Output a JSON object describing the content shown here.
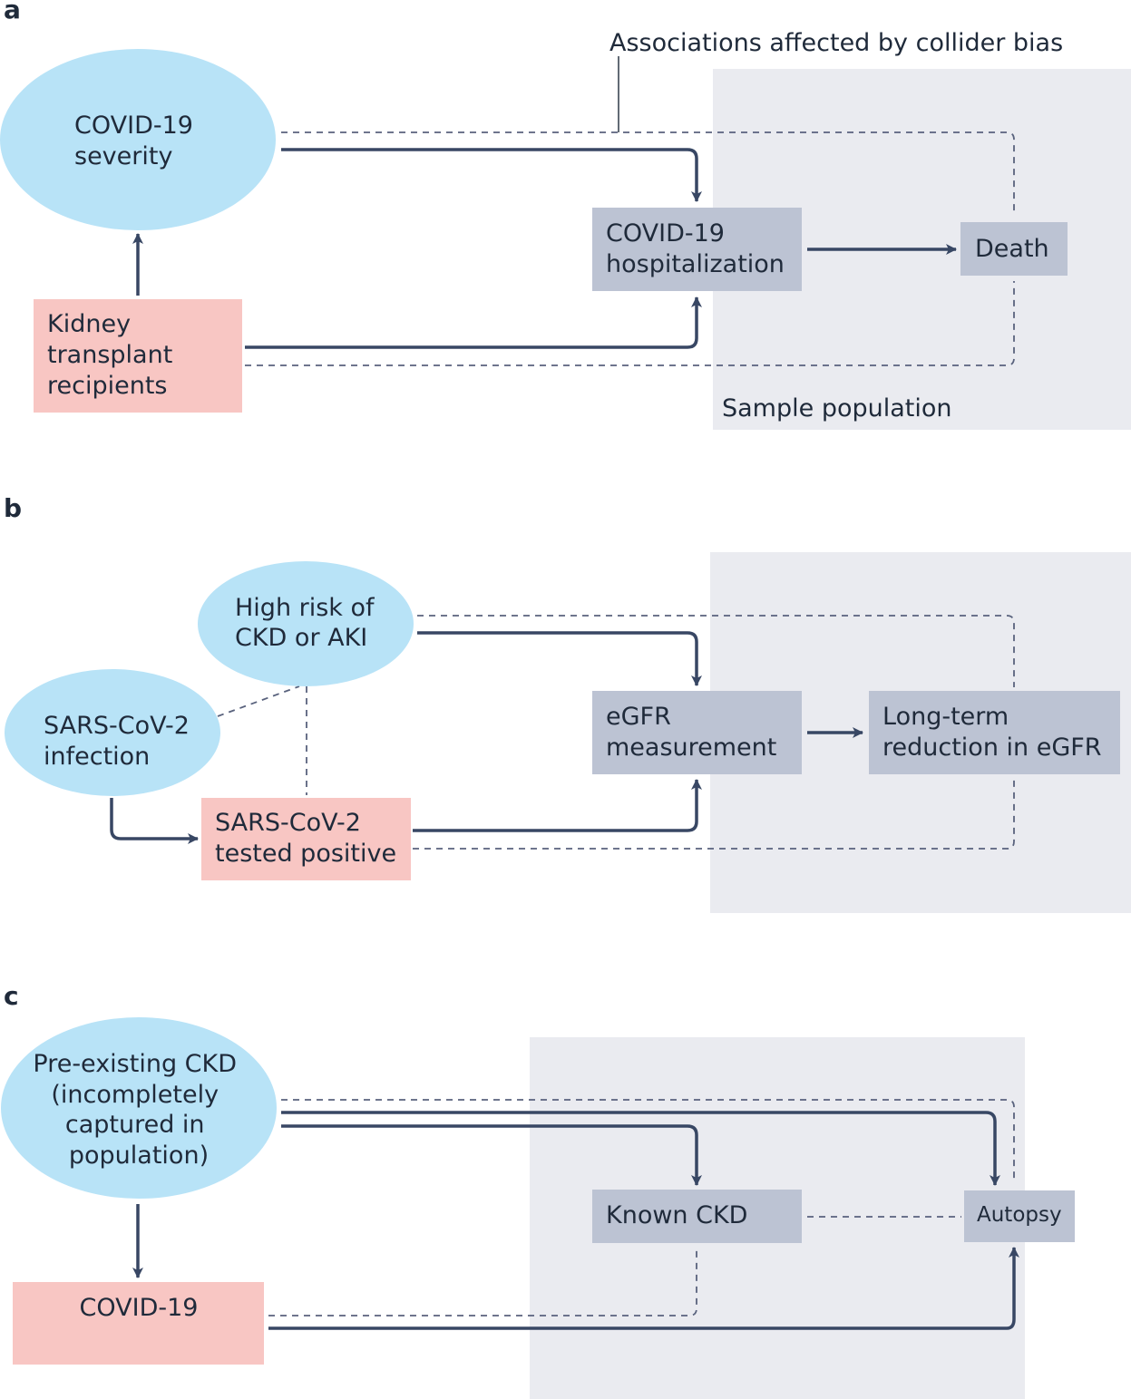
{
  "panels": {
    "a": {
      "letter": "a",
      "callout": "Associations affected by collider bias",
      "sample_label": "Sample population",
      "nodes": {
        "severity": [
          "COVID-19",
          "severity"
        ],
        "hospitalization": [
          "COVID-19",
          "hospitalization"
        ],
        "death": [
          "Death"
        ],
        "recipients": [
          "Kidney",
          "transplant",
          "recipients"
        ]
      }
    },
    "b": {
      "letter": "b",
      "nodes": {
        "high_risk": [
          "High risk of",
          "CKD or AKI"
        ],
        "infection": [
          "SARS-CoV-2",
          "infection"
        ],
        "tested": [
          "SARS-CoV-2",
          "tested positive"
        ],
        "egfr": [
          "eGFR",
          "measurement"
        ],
        "reduction": [
          "Long-term",
          "reduction in eGFR"
        ]
      }
    },
    "c": {
      "letter": "c",
      "nodes": {
        "preexisting": [
          "Pre-existing CKD",
          "(incompletely",
          "captured in",
          "population)"
        ],
        "covid": [
          "COVID-19"
        ],
        "known_ckd": [
          "Known CKD"
        ],
        "autopsy": [
          "Autopsy"
        ]
      }
    }
  },
  "colors": {
    "ellipse_fill": "#b8e3f7",
    "exposure_fill": "#f8c6c3",
    "node_fill": "#bcc3d3",
    "region_fill": "#eaebf0",
    "arrow": "#384764"
  }
}
